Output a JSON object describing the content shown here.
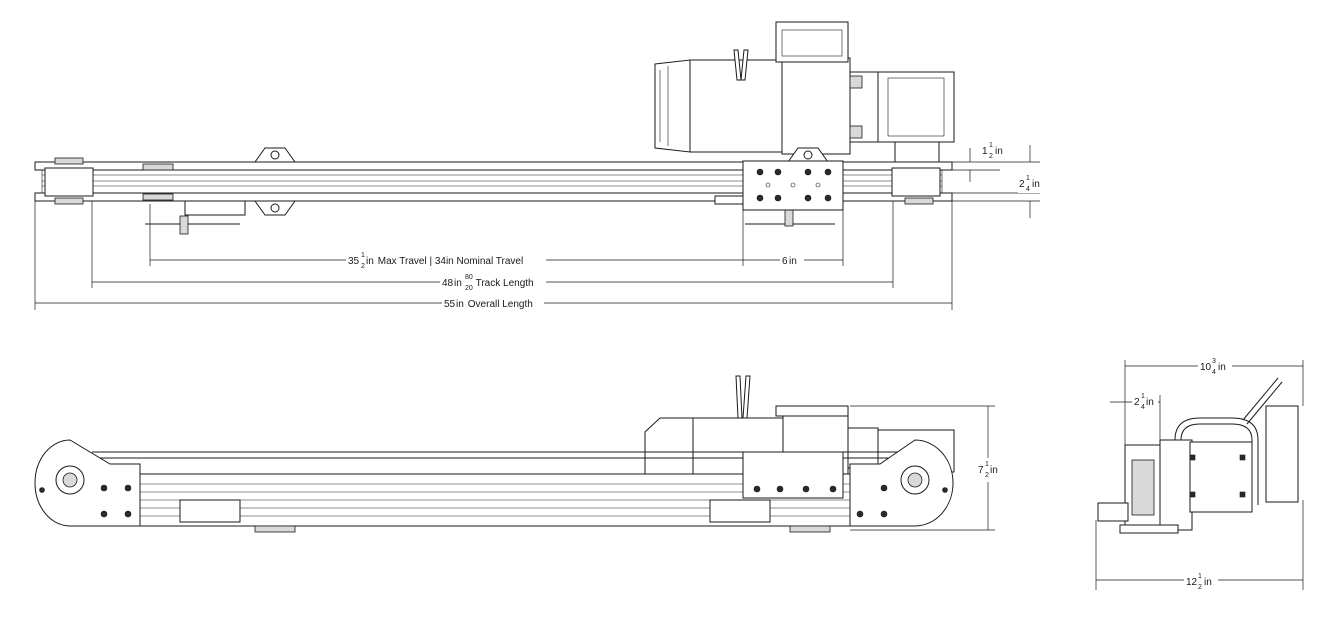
{
  "dimensions": {
    "slot_height": {
      "whole": "1",
      "num": "1",
      "den": "2",
      "unit": "in"
    },
    "track_height": {
      "whole": "2",
      "num": "1",
      "den": "4",
      "unit": "in"
    },
    "max_travel": {
      "whole": "35",
      "num": "1",
      "den": "2",
      "unit": "in",
      "text": " Max Travel | 34in Nominal Travel"
    },
    "carriage_length": {
      "whole": "6",
      "unit": "in"
    },
    "track_length": {
      "whole": "48",
      "num": "80",
      "den": "20",
      "unit": "in",
      "text": " Track Length"
    },
    "overall_length": {
      "whole": "55",
      "unit": "in",
      "text": " Overall Length"
    },
    "total_height": {
      "whole": "7",
      "num": "1",
      "den": "2",
      "unit": "in"
    },
    "end_width": {
      "whole": "10",
      "num": "3",
      "den": "4",
      "unit": "in"
    },
    "end_offset": {
      "whole": "2",
      "num": "1",
      "den": "4",
      "unit": "in"
    },
    "end_depth": {
      "whole": "12",
      "num": "1",
      "den": "2",
      "unit": "in"
    }
  },
  "colors": {
    "line": "#1a1a1a",
    "background": "#ffffff",
    "fill": "#d9d9d9"
  }
}
